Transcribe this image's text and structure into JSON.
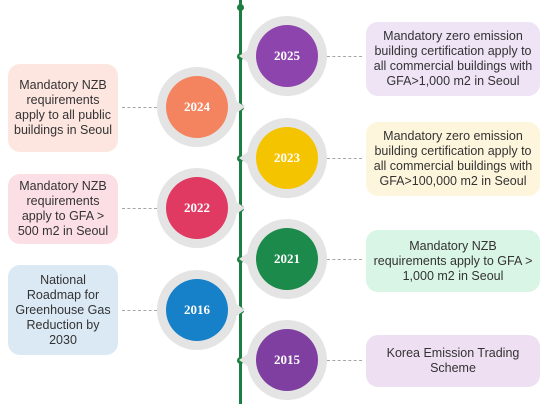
{
  "events": [
    {
      "year": "2025",
      "text": "Mandatory zero emission building certification apply to all commercial buildings with GFA>1,000 m2 in Seoul",
      "side": "right",
      "circle_color": "#8e44ad",
      "box_color": "#efe3f6"
    },
    {
      "year": "2024",
      "text": "Mandatory NZB requirements apply to all public buildings in Seoul",
      "side": "left",
      "circle_color": "#f4845f",
      "box_color": "#fde6e0"
    },
    {
      "year": "2023",
      "text": "Mandatory zero emission building certification apply to all commercial buildings with GFA>100,000 m2 in Seoul",
      "side": "right",
      "circle_color": "#f5c400",
      "box_color": "#fef6dc"
    },
    {
      "year": "2022",
      "text": "Mandatory NZB requirements apply to GFA > 500 m2 in Seoul",
      "side": "left",
      "circle_color": "#e03a62",
      "box_color": "#fcdfe5"
    },
    {
      "year": "2021",
      "text": "Mandatory NZB requirements apply to GFA > 1,000 m2 in Seoul",
      "side": "right",
      "circle_color": "#1b8a4a",
      "box_color": "#d9f5e5"
    },
    {
      "year": "2016",
      "text": "National Roadmap for Greenhouse Gas Reduction by 2030",
      "side": "left",
      "circle_color": "#1680c8",
      "box_color": "#dbe9f5"
    },
    {
      "year": "2015",
      "text": "Korea Emission Trading Scheme",
      "side": "right",
      "circle_color": "#7e3fa0",
      "box_color": "#eee0f2"
    }
  ],
  "colors": {
    "axis": "#1b7f43",
    "connector": "#a6a6a6",
    "halo": "#e4e4e4"
  }
}
